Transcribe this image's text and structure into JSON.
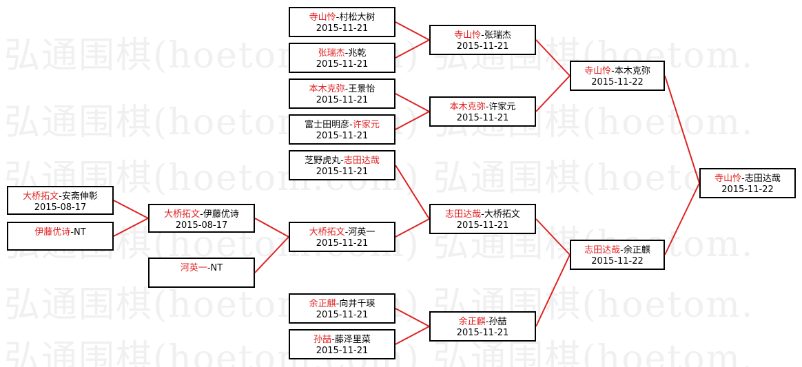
{
  "watermark": "弘通围棋(hoetom.com) 弘通围棋(hoetom.",
  "colors": {
    "winner": "#e02020",
    "loser": "#000000",
    "link": "#e02020",
    "border": "#000000"
  },
  "matches": [
    {
      "id": "m1",
      "winner": "大桥拓文",
      "sep": "-",
      "loser": "安斋伸彰",
      "date": "2015-08-17",
      "winner_first": true
    },
    {
      "id": "m2",
      "winner": "伊藤优诗",
      "sep": "-",
      "loser": "NT",
      "date": "",
      "winner_first": true
    },
    {
      "id": "m3",
      "winner": "大桥拓文",
      "sep": "-",
      "loser": "伊藤优诗",
      "date": "2015-08-17",
      "winner_first": true
    },
    {
      "id": "m4",
      "winner": "河英一",
      "sep": "-",
      "loser": "NT",
      "date": "",
      "winner_first": true
    },
    {
      "id": "m5",
      "winner": "寺山怜",
      "sep": "-",
      "loser": "村松大树",
      "date": "2015-11-21",
      "winner_first": true
    },
    {
      "id": "m6",
      "winner": "张瑞杰",
      "sep": "-",
      "loser": "兆乾",
      "date": "2015-11-21",
      "winner_first": true
    },
    {
      "id": "m7",
      "winner": "本木克弥",
      "sep": "-",
      "loser": "王景怡",
      "date": "2015-11-21",
      "winner_first": true
    },
    {
      "id": "m8",
      "winner": "许家元",
      "sep": "-",
      "loser": "富士田明彦",
      "date": "2015-11-21",
      "winner_first": false
    },
    {
      "id": "m9",
      "winner": "志田达哉",
      "sep": "-",
      "loser": "芝野虎丸",
      "date": "2015-11-21",
      "winner_first": false
    },
    {
      "id": "m10",
      "winner": "大桥拓文",
      "sep": "-",
      "loser": "河英一",
      "date": "2015-11-21",
      "winner_first": true
    },
    {
      "id": "m11",
      "winner": "余正麒",
      "sep": "-",
      "loser": "向井千瑛",
      "date": "2015-11-21",
      "winner_first": true
    },
    {
      "id": "m12",
      "winner": "孙喆",
      "sep": "-",
      "loser": "藤泽里菜",
      "date": "2015-11-21",
      "winner_first": true
    },
    {
      "id": "m13",
      "winner": "寺山怜",
      "sep": "-",
      "loser": "张瑞杰",
      "date": "2015-11-21",
      "winner_first": true
    },
    {
      "id": "m14",
      "winner": "本木克弥",
      "sep": "-",
      "loser": "许家元",
      "date": "2015-11-21",
      "winner_first": true
    },
    {
      "id": "m15",
      "winner": "志田达哉",
      "sep": "-",
      "loser": "大桥拓文",
      "date": "2015-11-21",
      "winner_first": true
    },
    {
      "id": "m16",
      "winner": "余正麒",
      "sep": "-",
      "loser": "孙喆",
      "date": "2015-11-21",
      "winner_first": true
    },
    {
      "id": "m17",
      "winner": "寺山怜",
      "sep": "-",
      "loser": "本木克弥",
      "date": "2015-11-22",
      "winner_first": true
    },
    {
      "id": "m18",
      "winner": "志田达哉",
      "sep": "-",
      "loser": "余正麒",
      "date": "2015-11-22",
      "winner_first": true
    },
    {
      "id": "m19",
      "winner": "寺山怜",
      "sep": "-",
      "loser": "志田达哉",
      "date": "2015-11-22",
      "winner_first": true
    }
  ]
}
